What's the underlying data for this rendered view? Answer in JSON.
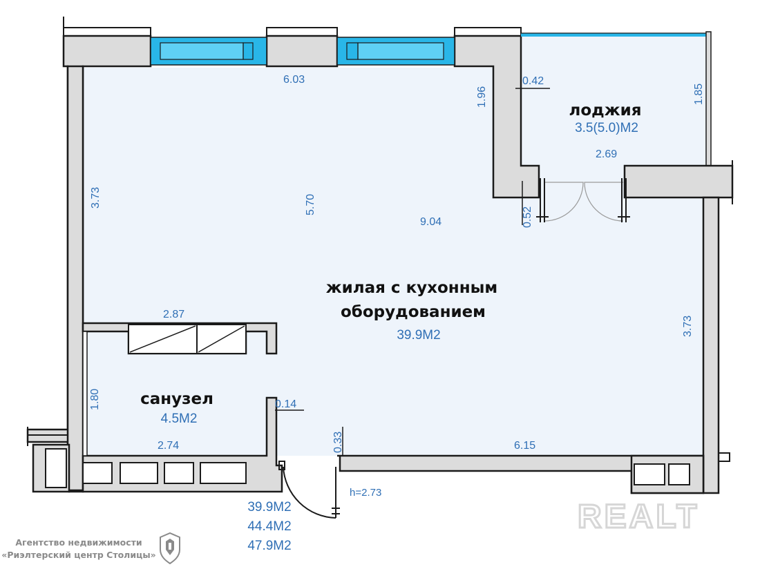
{
  "rooms": {
    "living": {
      "name_line1": "жилая с кухонным",
      "name_line2": "оборудованием",
      "area": "39.9М2"
    },
    "loggia": {
      "name": "лоджия",
      "area": "3.5(5.0)М2"
    },
    "bathroom": {
      "name": "санузел",
      "area": "4.5М2"
    }
  },
  "dimensions": {
    "top_wall": "6.03",
    "left_upper": "3.73",
    "living_depth": "5.70",
    "living_length": "9.04",
    "wall_offset": "1.96",
    "loggia_depth": "0.42",
    "loggia_width": "2.69",
    "loggia_side": "1.85",
    "door_step": "0.52",
    "right_side": "3.73",
    "bath_top": "2.87",
    "bath_side": "1.80",
    "bath_bottom": "2.74",
    "bath_wall": "0.14",
    "entry_wall": "0.33",
    "bottom_wall": "6.15"
  },
  "ceiling_height": "h=2.73",
  "totals": [
    "39.9М2",
    "44.4М2",
    "47.9М2"
  ],
  "agency": {
    "line1": "Агентство недвижимости",
    "line2": "«Риэлтерский центр Столицы»"
  },
  "watermark": "REALT",
  "colors": {
    "wall_fill": "#dcdcdc",
    "floor": "#eef4fb",
    "window_glass": "#29b6e8",
    "dimension_text": "#2f6fb5"
  }
}
